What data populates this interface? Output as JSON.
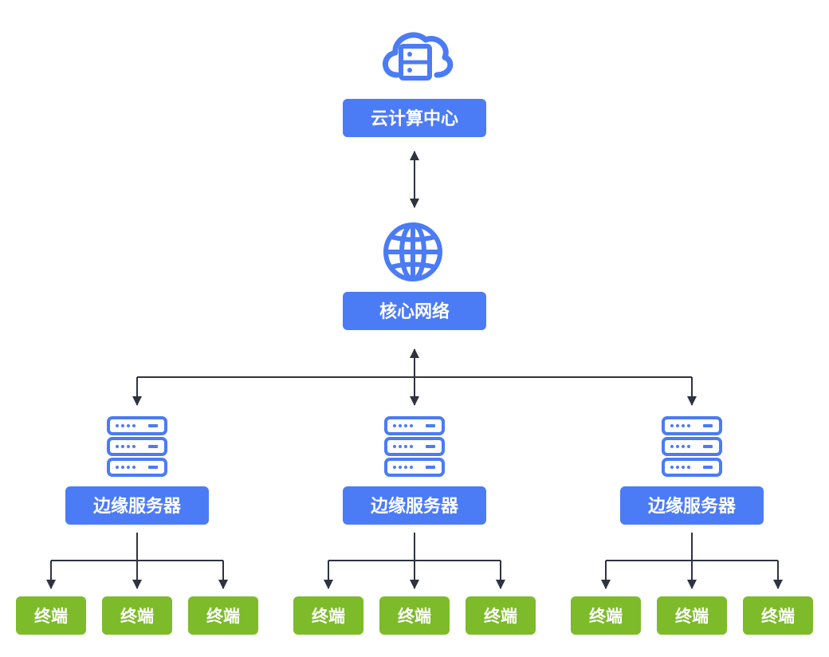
{
  "colors": {
    "node": "#4b7bf5",
    "terminal": "#7dbb2a",
    "icon": "#4b7bf5",
    "line": "#2e3340"
  },
  "cloud": {
    "label": "云计算中心",
    "icon": "cloud-server-icon"
  },
  "core": {
    "label": "核心网络",
    "icon": "globe-icon"
  },
  "edges": [
    {
      "label": "边缘服务器",
      "icon": "server-rack-icon",
      "terminals": [
        "终端",
        "终端",
        "终端"
      ]
    },
    {
      "label": "边缘服务器",
      "icon": "server-rack-icon",
      "terminals": [
        "终端",
        "终端",
        "终端"
      ]
    },
    {
      "label": "边缘服务器",
      "icon": "server-rack-icon",
      "terminals": [
        "终端",
        "终端",
        "终端"
      ]
    }
  ]
}
